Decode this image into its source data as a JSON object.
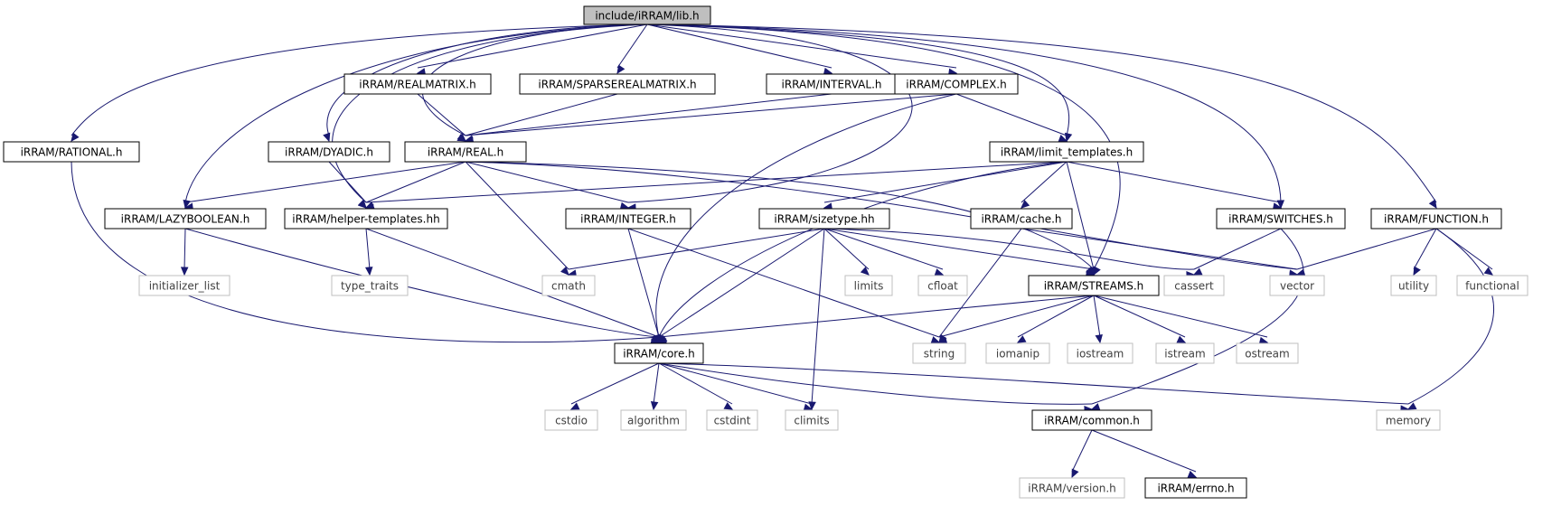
{
  "colors": {
    "edge": "#191970",
    "root_fill": "#bfbfbf",
    "node_border": "#000000",
    "external_border": "#bfbfbf",
    "external_text": "#404040",
    "text": "#000000"
  },
  "nodes": {
    "lib": {
      "label": "include/iRRAM/lib.h",
      "kind": "root"
    },
    "realmatrix": {
      "label": "iRRAM/REALMATRIX.h",
      "kind": "internal"
    },
    "sparserealmatrix": {
      "label": "iRRAM/SPARSEREALMATRIX.h",
      "kind": "internal"
    },
    "interval": {
      "label": "iRRAM/INTERVAL.h",
      "kind": "internal"
    },
    "complex": {
      "label": "iRRAM/COMPLEX.h",
      "kind": "internal"
    },
    "rational": {
      "label": "iRRAM/RATIONAL.h",
      "kind": "internal"
    },
    "dyadic": {
      "label": "iRRAM/DYADIC.h",
      "kind": "internal"
    },
    "real": {
      "label": "iRRAM/REAL.h",
      "kind": "internal"
    },
    "limit_templates": {
      "label": "iRRAM/limit_templates.h",
      "kind": "internal"
    },
    "lazyboolean": {
      "label": "iRRAM/LAZYBOOLEAN.h",
      "kind": "internal"
    },
    "helper_templates": {
      "label": "iRRAM/helper-templates.hh",
      "kind": "internal"
    },
    "integer": {
      "label": "iRRAM/INTEGER.h",
      "kind": "internal"
    },
    "sizetype": {
      "label": "iRRAM/sizetype.hh",
      "kind": "internal"
    },
    "cache": {
      "label": "iRRAM/cache.h",
      "kind": "internal"
    },
    "switches": {
      "label": "iRRAM/SWITCHES.h",
      "kind": "internal"
    },
    "function": {
      "label": "iRRAM/FUNCTION.h",
      "kind": "internal"
    },
    "initializer_list": {
      "label": "initializer_list",
      "kind": "external"
    },
    "type_traits": {
      "label": "type_traits",
      "kind": "external"
    },
    "cmath": {
      "label": "cmath",
      "kind": "external"
    },
    "limits": {
      "label": "limits",
      "kind": "external"
    },
    "cfloat": {
      "label": "cfloat",
      "kind": "external"
    },
    "streams": {
      "label": "iRRAM/STREAMS.h",
      "kind": "internal"
    },
    "cassert": {
      "label": "cassert",
      "kind": "external"
    },
    "vector": {
      "label": "vector",
      "kind": "external"
    },
    "utility": {
      "label": "utility",
      "kind": "external"
    },
    "functional": {
      "label": "functional",
      "kind": "external"
    },
    "core": {
      "label": "iRRAM/core.h",
      "kind": "internal"
    },
    "string": {
      "label": "string",
      "kind": "external"
    },
    "iomanip": {
      "label": "iomanip",
      "kind": "external"
    },
    "iostream": {
      "label": "iostream",
      "kind": "external"
    },
    "istream": {
      "label": "istream",
      "kind": "external"
    },
    "ostream": {
      "label": "ostream",
      "kind": "external"
    },
    "cstdio": {
      "label": "cstdio",
      "kind": "external"
    },
    "algorithm": {
      "label": "algorithm",
      "kind": "external"
    },
    "cstdint": {
      "label": "cstdint",
      "kind": "external"
    },
    "climits": {
      "label": "climits",
      "kind": "external"
    },
    "common": {
      "label": "iRRAM/common.h",
      "kind": "internal"
    },
    "memory": {
      "label": "memory",
      "kind": "external"
    },
    "version": {
      "label": "iRRAM/version.h",
      "kind": "external"
    },
    "errno": {
      "label": "iRRAM/errno.h",
      "kind": "internal"
    }
  },
  "edges": [
    [
      "lib",
      "rational"
    ],
    [
      "lib",
      "lazyboolean"
    ],
    [
      "lib",
      "helper_templates"
    ],
    [
      "lib",
      "dyadic"
    ],
    [
      "lib",
      "real"
    ],
    [
      "lib",
      "realmatrix"
    ],
    [
      "lib",
      "sparserealmatrix"
    ],
    [
      "lib",
      "interval"
    ],
    [
      "lib",
      "complex"
    ],
    [
      "lib",
      "integer"
    ],
    [
      "lib",
      "limit_templates"
    ],
    [
      "lib",
      "streams"
    ],
    [
      "lib",
      "switches"
    ],
    [
      "lib",
      "function"
    ],
    [
      "realmatrix",
      "real"
    ],
    [
      "sparserealmatrix",
      "real"
    ],
    [
      "interval",
      "real"
    ],
    [
      "complex",
      "real"
    ],
    [
      "complex",
      "limit_templates"
    ],
    [
      "complex",
      "core"
    ],
    [
      "rational",
      "core"
    ],
    [
      "dyadic",
      "helper_templates"
    ],
    [
      "real",
      "lazyboolean"
    ],
    [
      "real",
      "helper_templates"
    ],
    [
      "real",
      "cmath"
    ],
    [
      "real",
      "integer"
    ],
    [
      "real",
      "streams"
    ],
    [
      "real",
      "vector"
    ],
    [
      "limit_templates",
      "helper_templates"
    ],
    [
      "limit_templates",
      "sizetype"
    ],
    [
      "limit_templates",
      "cache"
    ],
    [
      "limit_templates",
      "switches"
    ],
    [
      "limit_templates",
      "streams"
    ],
    [
      "limit_templates",
      "core"
    ],
    [
      "lazyboolean",
      "initializer_list"
    ],
    [
      "lazyboolean",
      "core"
    ],
    [
      "helper_templates",
      "type_traits"
    ],
    [
      "helper_templates",
      "core"
    ],
    [
      "integer",
      "core"
    ],
    [
      "integer",
      "string"
    ],
    [
      "sizetype",
      "cmath"
    ],
    [
      "sizetype",
      "limits"
    ],
    [
      "sizetype",
      "cfloat"
    ],
    [
      "sizetype",
      "streams"
    ],
    [
      "sizetype",
      "core"
    ],
    [
      "sizetype",
      "climits"
    ],
    [
      "sizetype",
      "cassert"
    ],
    [
      "cache",
      "string"
    ],
    [
      "cache",
      "vector"
    ],
    [
      "switches",
      "cassert"
    ],
    [
      "switches",
      "common"
    ],
    [
      "function",
      "vector"
    ],
    [
      "function",
      "utility"
    ],
    [
      "function",
      "functional"
    ],
    [
      "function",
      "memory"
    ],
    [
      "streams",
      "core"
    ],
    [
      "streams",
      "string"
    ],
    [
      "streams",
      "iomanip"
    ],
    [
      "streams",
      "iostream"
    ],
    [
      "streams",
      "istream"
    ],
    [
      "streams",
      "ostream"
    ],
    [
      "core",
      "cstdio"
    ],
    [
      "core",
      "algorithm"
    ],
    [
      "core",
      "cstdint"
    ],
    [
      "core",
      "climits"
    ],
    [
      "core",
      "common"
    ],
    [
      "core",
      "memory"
    ],
    [
      "common",
      "version"
    ],
    [
      "common",
      "errno"
    ]
  ]
}
